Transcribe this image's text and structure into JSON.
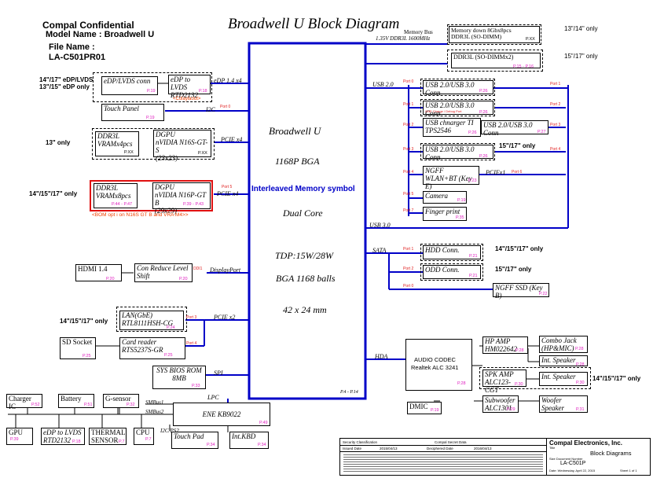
{
  "header": {
    "confidential": "Compal Confidential",
    "model": "Model Name : Broadwell U",
    "file_label": "File Name :",
    "file_name": "LA-C501PR01",
    "title": "Broadwell U Block Diagram"
  },
  "cpu": {
    "name": "Broadwell U",
    "package": "1168P BGA",
    "memory_symbol": "Interleaved Memory symbol",
    "cores": "Dual Core",
    "tdp": "TDP:15W/28W",
    "balls": "BGA 1168 balls",
    "size": "42 x 24 mm",
    "pages": "P.4 - P.14"
  },
  "memory": {
    "bus_label": "Memory Bus",
    "bus_spec": "1.35V DDR3L 1600MHz",
    "down_line1": "Memory down 8Gbx8pcs",
    "down_line2": "DDR3L (SO-DIMM)",
    "down_page": "P.XX",
    "dimm": "DDR3L (SO-DIMMx2)",
    "dimm_page": "P.15 - P.16",
    "note_1314": "13\"/14\" only",
    "note_1517": "15\"/17\" only"
  },
  "left": {
    "edp_note1": "14\"/17\" eDP/LVDS",
    "edp_note2": "13\"/15\" eDP only",
    "edp_conn": "eDP/LVDS conn",
    "edp_conn_page": "P.19",
    "edp_to_lvds": "eDP to LVDS RTD2132",
    "edp_to_lvds_page": "P.18",
    "colaylaout": "<Colaylaout>",
    "edp_bus": "eDP 1.4 x4",
    "touch_panel": "Touch Panel",
    "touch_page": "P.19",
    "i2c": "I2C",
    "port0": "Port 0",
    "only13": "13\" only",
    "vram4": "DDR3L VRAMx4pcs",
    "vram4_page": "P.XX",
    "dgpu1_line1": "DGPU",
    "dgpu1_line2": "nVIDIA N16S-GT-S",
    "dgpu1_line3": "(23x23)",
    "dgpu1_page": "P.XX",
    "pcie_x4_a": "PCIE x4",
    "only141517": "14\"/15\"/17\" only",
    "vram8": "DDR3L VRAMx8pcs",
    "vram8_page": "P.44 - P.47",
    "dgpu2_line1": "DGPU",
    "dgpu2_line2": "nVIDIA N16P-GT B",
    "dgpu2_line3": "(29x29)",
    "dgpu2_page": "P.39 - P.43",
    "port5": "Port 5",
    "pcie_x4_b": "PCIE x4",
    "bom_note": "<BOM opt i on N16S GT B and VRA M4>>",
    "hdmi": "HDMI 1.4",
    "hdmi_page": "P.20",
    "conreduce": "Con Reduce Level Shift",
    "conreduce_page": "P.20",
    "ddi": "DDI1",
    "displayport": "DisplayPort",
    "lan": "LAN(GbE) RTL8111HSH-CG",
    "lan_page": "P.24",
    "port3": "Port 3",
    "pcie_x2": "PCIE x2",
    "only141517b": "14\"/15\"/17\" only",
    "sd": "SD Socket",
    "sd_page": "P.25",
    "cardreader": "Card reader RTS5237S-GR",
    "cardreader_page": "P.25",
    "port4": "Port 4",
    "bios": "SYS BIOS ROM 8MB",
    "bios_page": "P.33",
    "spi": "SPI",
    "lpc": "LPC",
    "ec": "ENE KB9022",
    "ec_page": "P.49",
    "smbus1": "SMBus1",
    "smbus2": "SMBus2",
    "i2c_ps2": "I2C/PS2",
    "charger": "Charger IC",
    "charger_page": "P.52",
    "battery": "Battery",
    "battery_page": "P.51",
    "gsensor": "G-sensor",
    "gsensor_page": "P.32",
    "gpu": "GPU",
    "gpu_page": "P.39",
    "edp_to_lvds2": "eDP to LVDS RTD2132",
    "edp_to_lvds2_page": "P.18",
    "thermal": "THERMAL SENSOR",
    "thermal_page": "P.7",
    "cpu_small": "CPU",
    "cpu_small_page": "P.7",
    "touchpad": "Touch Pad",
    "touchpad_page": "P.34",
    "intkbd": "Int.KBD",
    "intkbd_page": "P.34"
  },
  "right": {
    "usb20": "USB 2.0",
    "usb30": "USB 3.0",
    "usb_conn": "USB 2.0/USB 3.0 Conn",
    "usb_page1": "P.26",
    "usb_page2": "P.26",
    "usb_page3": "P.27",
    "usb_page4": "P.26",
    "one_charge": "ONE Charge / Debug Port",
    "usb_charger": "USB chnarger TI TPS2546",
    "usb_charger_page": "P.26",
    "only1517": "15\"/17\" only",
    "ngff_wlan": "NGFF WLAN+BT (Key E)",
    "ngff_wlan_page": "P.23",
    "pciex1": "PCIEx1",
    "camera": "Camera",
    "camera_page": "P.19",
    "finger": "Finger print",
    "finger_page": "P.35",
    "ports": [
      "Port 0",
      "Port 1",
      "Port 2",
      "Port 3",
      "Port 4",
      "Port 5",
      "Port 6",
      "Port 7"
    ],
    "sata": "SATA",
    "hdd": "HDD Conn.",
    "hdd_page": "P.21",
    "odd": "ODD Conn.",
    "odd_page": "P.21",
    "ngff_ssd": "NGFF SSD (Key B)",
    "ngff_ssd_page": "P.22",
    "only141517": "14\"/15\"/17\" only",
    "only1517b": "15\"/17\" only",
    "hda": "HDA",
    "codec_line1": "AUDIO CODEC",
    "codec_line2": "Realtek ALC 3241",
    "codec_page": "P.28",
    "hp_amp": "HP AMP HM022642",
    "hp_amp_page": "P.28",
    "combo_jack": "Combo Jack (HP&MIC)",
    "combo_page": "P.28",
    "int_speaker1": "Int. Speaker",
    "int_speaker1_page": "P.28",
    "spk_amp": "SPK AMP ALC123-CGT",
    "spk_amp_page": "P.30",
    "int_speaker2": "Int. Speaker",
    "int_speaker2_page": "P.30",
    "only141517b": "14\"/15\"/17\" only",
    "dmic": "DMIC",
    "dmic_page": "P.19",
    "subwoofer": "Subwoofer ALC1301",
    "subwoofer_page": "P.29",
    "woofer": "Woofer Speaker",
    "woofer_page": "P.31"
  },
  "titleblock": {
    "security": "Security Classification",
    "secret": "Compal Secret Data",
    "issued": "Issued Date",
    "issued_val": "2015/04/13",
    "deciphered": "Deciphered Date",
    "deciphered_val": "2016/04/13",
    "company": "Compal Electronics, Inc.",
    "doc_title": "Block Diagrams",
    "title_label": "Title",
    "size_label": "Size  Document Number",
    "doc_number": "LA-C501P",
    "date_label": "Date:  Wednesday, April 22, 2015",
    "sheet": "Sheet  1  of  1"
  },
  "colors": {
    "bus_blue": "#0000c8",
    "page_ref": "#e020c0",
    "port_red": "#e02020",
    "highlight_red": "#e01010",
    "note_orange": "#f04000"
  }
}
